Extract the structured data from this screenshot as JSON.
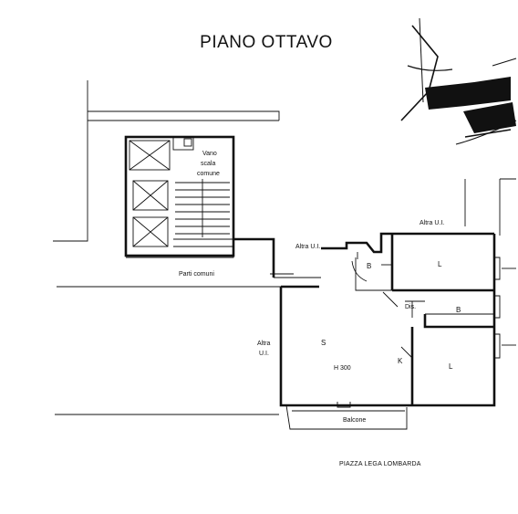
{
  "title": "PIANO OTTAVO",
  "labels": {
    "vano_line1": "Vano",
    "vano_line2": "scala",
    "vano_line3": "comune",
    "altra_ui_top": "Altra U.I.",
    "altra_ui_mid": "Altra U.I.",
    "altra_ui_left_line1": "Altra",
    "altra_ui_left_line2": "U.I.",
    "parti_comuni": "Parti comuni",
    "room_b1": "B",
    "room_l1": "L",
    "room_dis": "Dis.",
    "room_b2": "B",
    "room_s": "S",
    "height": "H 300",
    "room_k": "K",
    "room_l2": "L",
    "balcone": "Balcone"
  },
  "caption": "PIAZZA LEGA LOMBARDA",
  "signature": "handwritten signature"
}
